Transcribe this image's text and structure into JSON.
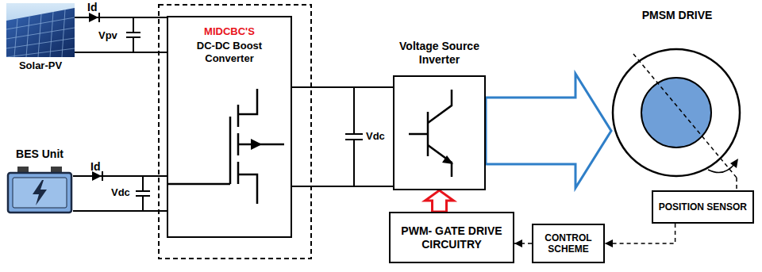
{
  "diagram": {
    "nodes": [
      {
        "text": [
          "Solar-PV"
        ]
      },
      {
        "text": [
          "BES Unit"
        ]
      },
      {
        "text": [
          "MIDCBC'S",
          "DC-DC Boost Converter"
        ]
      },
      {
        "text": [
          "Voltage Source Inverter"
        ]
      },
      {
        "text": [
          "PMSM DRIVE"
        ]
      },
      {
        "text": [
          "POSITION SENSOR"
        ]
      },
      {
        "text": [
          "CONTROL SCHEME"
        ]
      },
      {
        "text": [
          "PWM- GATE DRIVE CIRCUITRY"
        ]
      }
    ],
    "edges": [
      {
        "from": 0,
        "to": 2,
        "arrow": "none"
      },
      {
        "from": 1,
        "to": 2,
        "arrow": "none"
      },
      {
        "from": 2,
        "to": 3,
        "arrow": "none"
      },
      {
        "from": 3,
        "to": 4,
        "arrow": "to"
      },
      {
        "from": 7,
        "to": 3,
        "arrow": "to"
      },
      {
        "from": 4,
        "to": 5,
        "arrow": "none"
      },
      {
        "from": 5,
        "to": 6,
        "arrow": "to"
      },
      {
        "from": 6,
        "to": 7,
        "arrow": "to"
      }
    ],
    "labels": [
      "Id",
      "Vpv",
      "Id",
      "Vdc",
      "Vdc"
    ]
  }
}
